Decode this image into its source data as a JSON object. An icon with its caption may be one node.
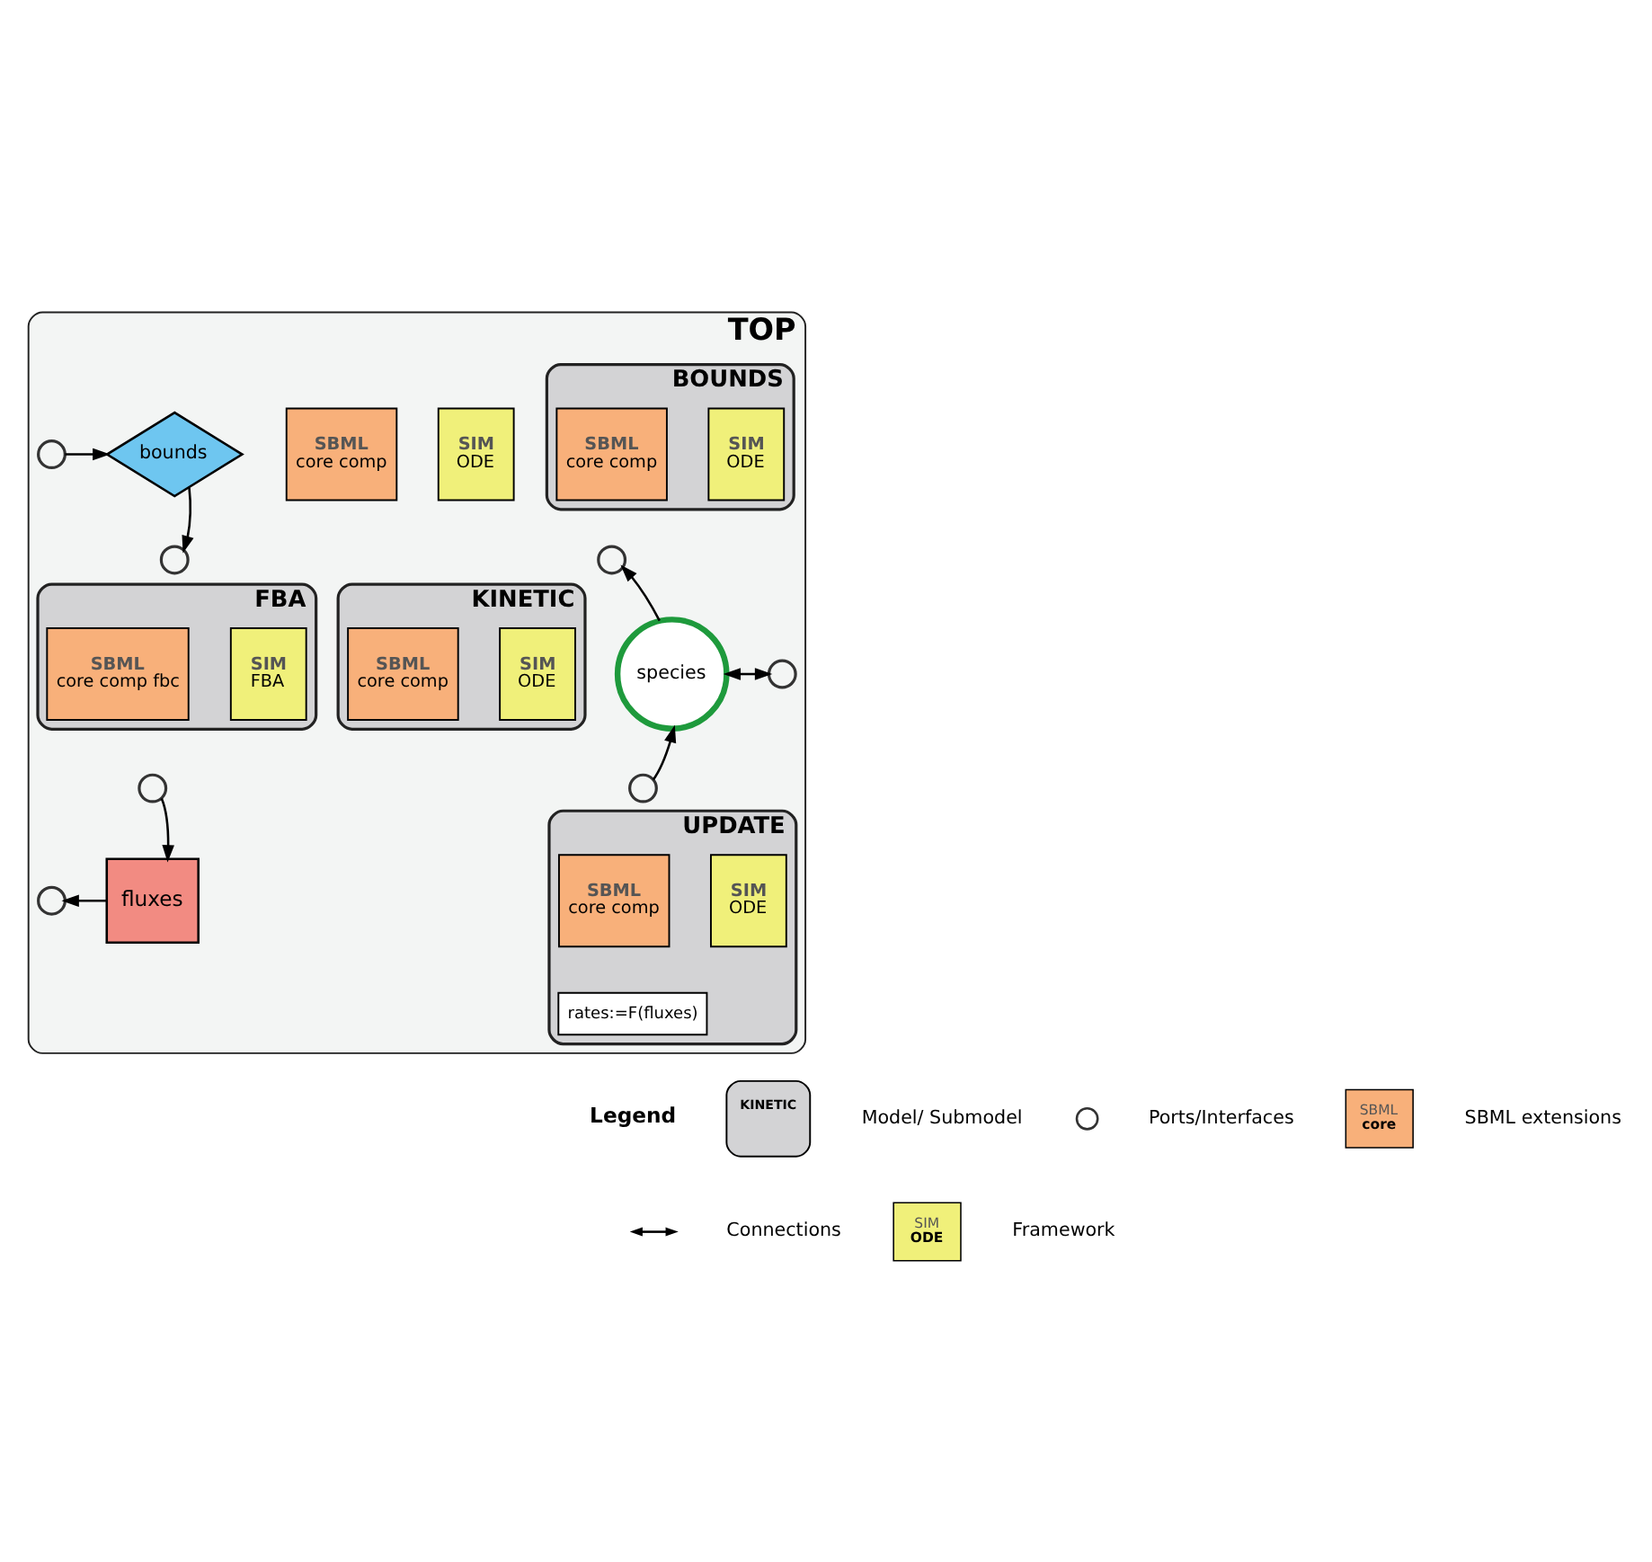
{
  "diagram": {
    "nodes": [
      {
        "text": [
          "TOP"
        ]
      },
      {
        "text": [
          "SBML",
          "core comp"
        ],
        "in": 0
      },
      {
        "text": [
          "SIM",
          "ODE"
        ],
        "in": 0
      },
      {
        "text": [
          "BOUNDS"
        ],
        "in": 0
      },
      {
        "text": [
          "SBML",
          "core comp"
        ],
        "in": 3
      },
      {
        "text": [
          "SIM",
          "ODE"
        ],
        "in": 3
      },
      {
        "text": [],
        "shape": "circle",
        "in": 0
      },
      {
        "text": [
          "bounds"
        ],
        "in": 0
      },
      {
        "text": [],
        "shape": "circle",
        "in": 0
      },
      {
        "text": [],
        "shape": "circle",
        "in": 0
      },
      {
        "text": [
          "FBA"
        ],
        "in": 0
      },
      {
        "text": [
          "SBML",
          "core comp fbc"
        ],
        "in": 10
      },
      {
        "text": [
          "SIM",
          "FBA"
        ],
        "in": 10
      },
      {
        "text": [
          "KINETIC"
        ],
        "in": 0
      },
      {
        "text": [
          "SBML",
          "core comp"
        ],
        "in": 13
      },
      {
        "text": [
          "SIM",
          "ODE"
        ],
        "in": 13
      },
      {
        "text": [],
        "shape": "circle",
        "in": 0
      },
      {
        "text": [
          "species"
        ],
        "in": 0
      },
      {
        "text": [],
        "shape": "circle",
        "in": 0
      },
      {
        "text": [
          "fluxes"
        ],
        "in": 0
      },
      {
        "text": [],
        "shape": "circle",
        "in": 0
      },
      {
        "text": [
          "UPDATE"
        ],
        "in": 0
      },
      {
        "text": [
          "SBML",
          "core comp"
        ],
        "in": 21
      },
      {
        "text": [
          "SIM",
          "ODE"
        ],
        "in": 21
      },
      {
        "text": [
          "rates:=F(fluxes)"
        ],
        "in": 21
      },
      {
        "text": [],
        "shape": "circle",
        "in": 0
      }
    ],
    "edges": [
      {
        "from": 6,
        "to": 7,
        "arrow": "to"
      },
      {
        "from": 7,
        "to": 9,
        "arrow": "to"
      },
      {
        "from": 17,
        "to": 8,
        "arrow": "to"
      },
      {
        "from": 17,
        "to": 16,
        "arrow": "both"
      },
      {
        "from": 18,
        "to": 19,
        "arrow": "to"
      },
      {
        "from": 19,
        "to": 25,
        "arrow": "to"
      },
      {
        "from": 20,
        "to": 17,
        "arrow": "to"
      }
    ],
    "labels": [
      "Legend",
      "KINETIC",
      "SBML",
      "core",
      "SIM",
      "ODE"
    ],
    "legend": [
      {
        "text": "Model/ Submodel"
      },
      {
        "text": "Ports/Interfaces"
      },
      {
        "text": "Connections"
      },
      {
        "text": "SBML extensions",
        "color": "#f8b07a"
      },
      {
        "text": "Framework",
        "color": "#f0f07a"
      }
    ]
  }
}
